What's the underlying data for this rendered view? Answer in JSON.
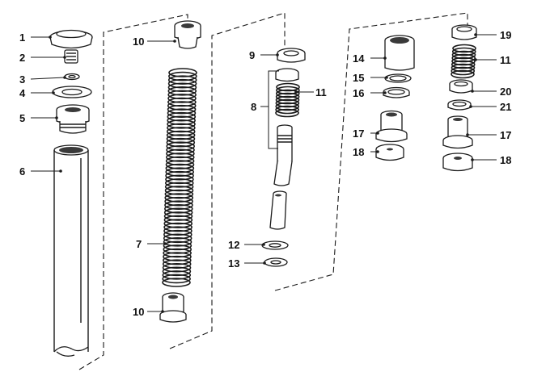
{
  "callouts": [
    "1",
    "2",
    "3",
    "4",
    "5",
    "6",
    "7",
    "8",
    "9",
    "10",
    "11",
    "12",
    "13",
    "14",
    "15",
    "16",
    "17",
    "18",
    "19",
    "20",
    "21"
  ],
  "watermark": "",
  "colors": {
    "ink": "#1a1a1a",
    "paper": "#ffffff"
  }
}
